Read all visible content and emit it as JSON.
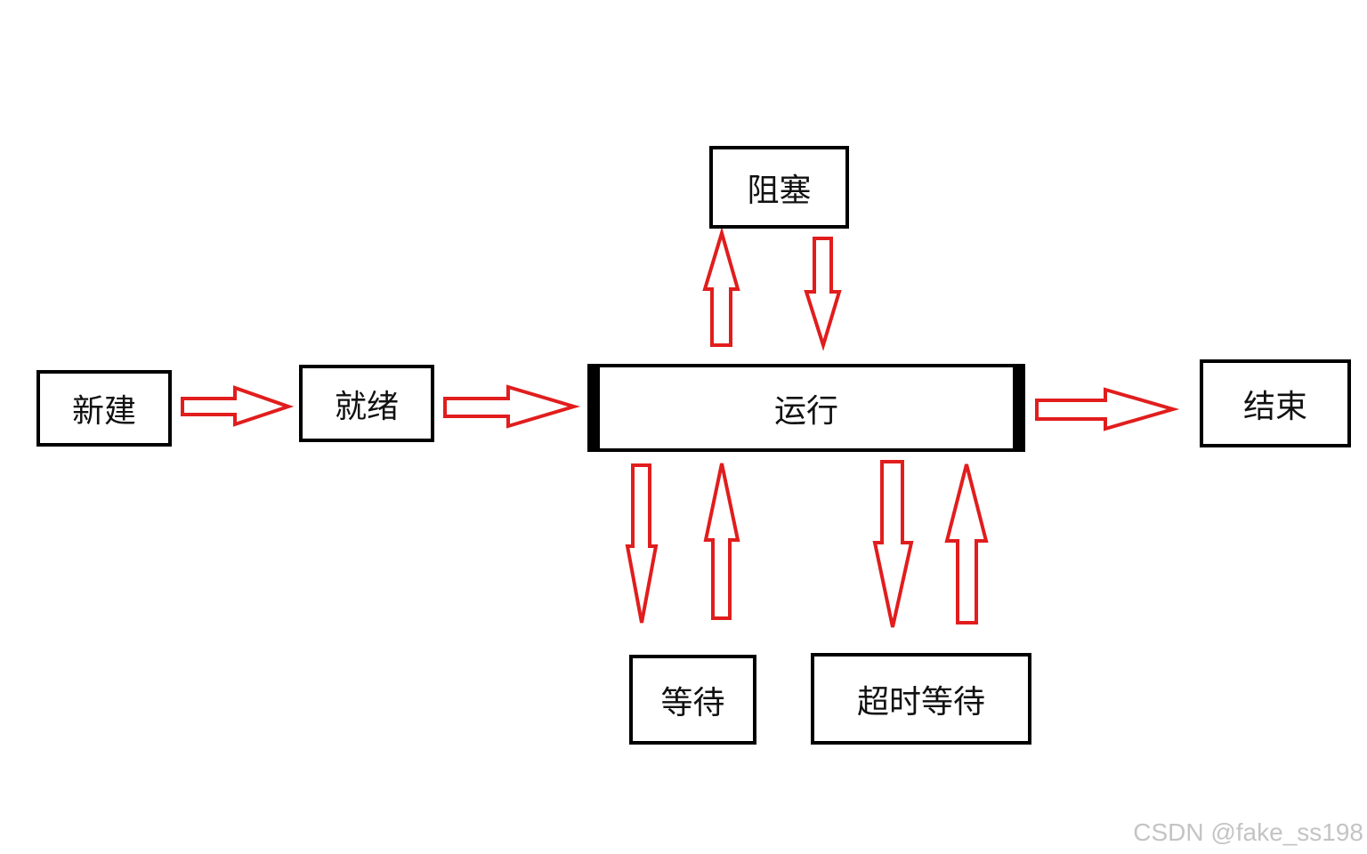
{
  "nodes": {
    "new": "新建",
    "ready": "就绪",
    "running": "运行",
    "end": "结束",
    "blocked": "阻塞",
    "waiting": "等待",
    "timed_waiting": "超时等待"
  },
  "arrow_color": "#e11d1d",
  "border_color": "#000000",
  "watermark": "CSDN @fake_ss198"
}
